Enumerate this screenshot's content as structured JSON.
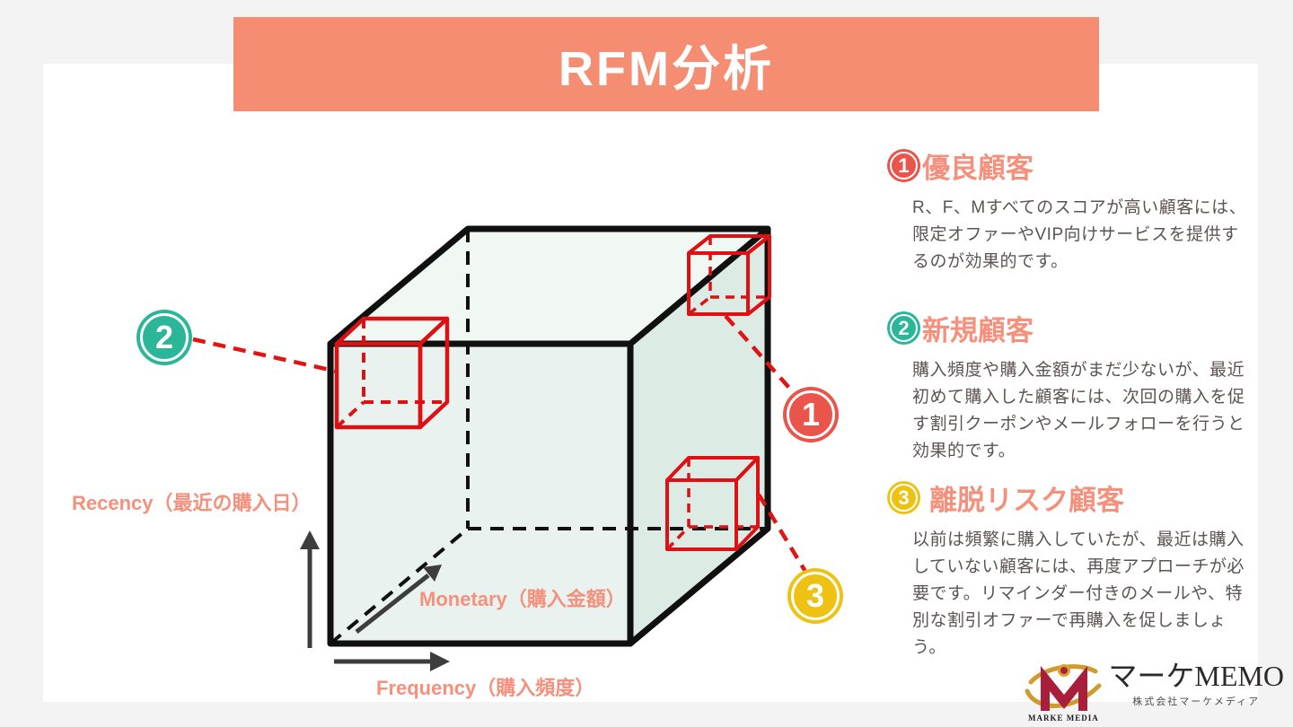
{
  "title": "RFM分析",
  "axes": {
    "recency": "Recency（最近の購入日）",
    "monetary": "Monetary（購入金額）",
    "frequency": "Frequency（購入頻度）"
  },
  "badges": {
    "one": "1",
    "two": "2",
    "three": "3"
  },
  "sections": [
    {
      "num": "1",
      "heading": "優良顧客",
      "body": "R、F、Mすべてのスコアが高い顧客には、限定オファーやVIP向けサービスを提供するのが効果的です。"
    },
    {
      "num": "2",
      "heading": "新規顧客",
      "body": "購入頻度や購入金額がまだ少ないが、最近初めて購入した顧客には、次回の購入を促す割引クーポンやメールフォローを行うと効果的です。"
    },
    {
      "num": "3",
      "heading": "離脱リスク顧客",
      "body": "以前は頻繁に購入していたが、最近は購入していない顧客には、再度アプローチが必要です。リマインダー付きのメールや、特別な割引オファーで再購入を促しましょう。"
    }
  ],
  "logo": {
    "mark_caption": "MARKE MEDIA",
    "brand": "マーケMEMO",
    "company": "株式会社マーケメディア"
  },
  "colors": {
    "banner_salmon": "#f48d72",
    "heading_salmon": "#f4907b",
    "badge_red": "#e9554b",
    "badge_green": "#2bb69a",
    "badge_yellow": "#eec213",
    "cube_outline_red": "#dd1013",
    "body_text": "#5d5352"
  }
}
